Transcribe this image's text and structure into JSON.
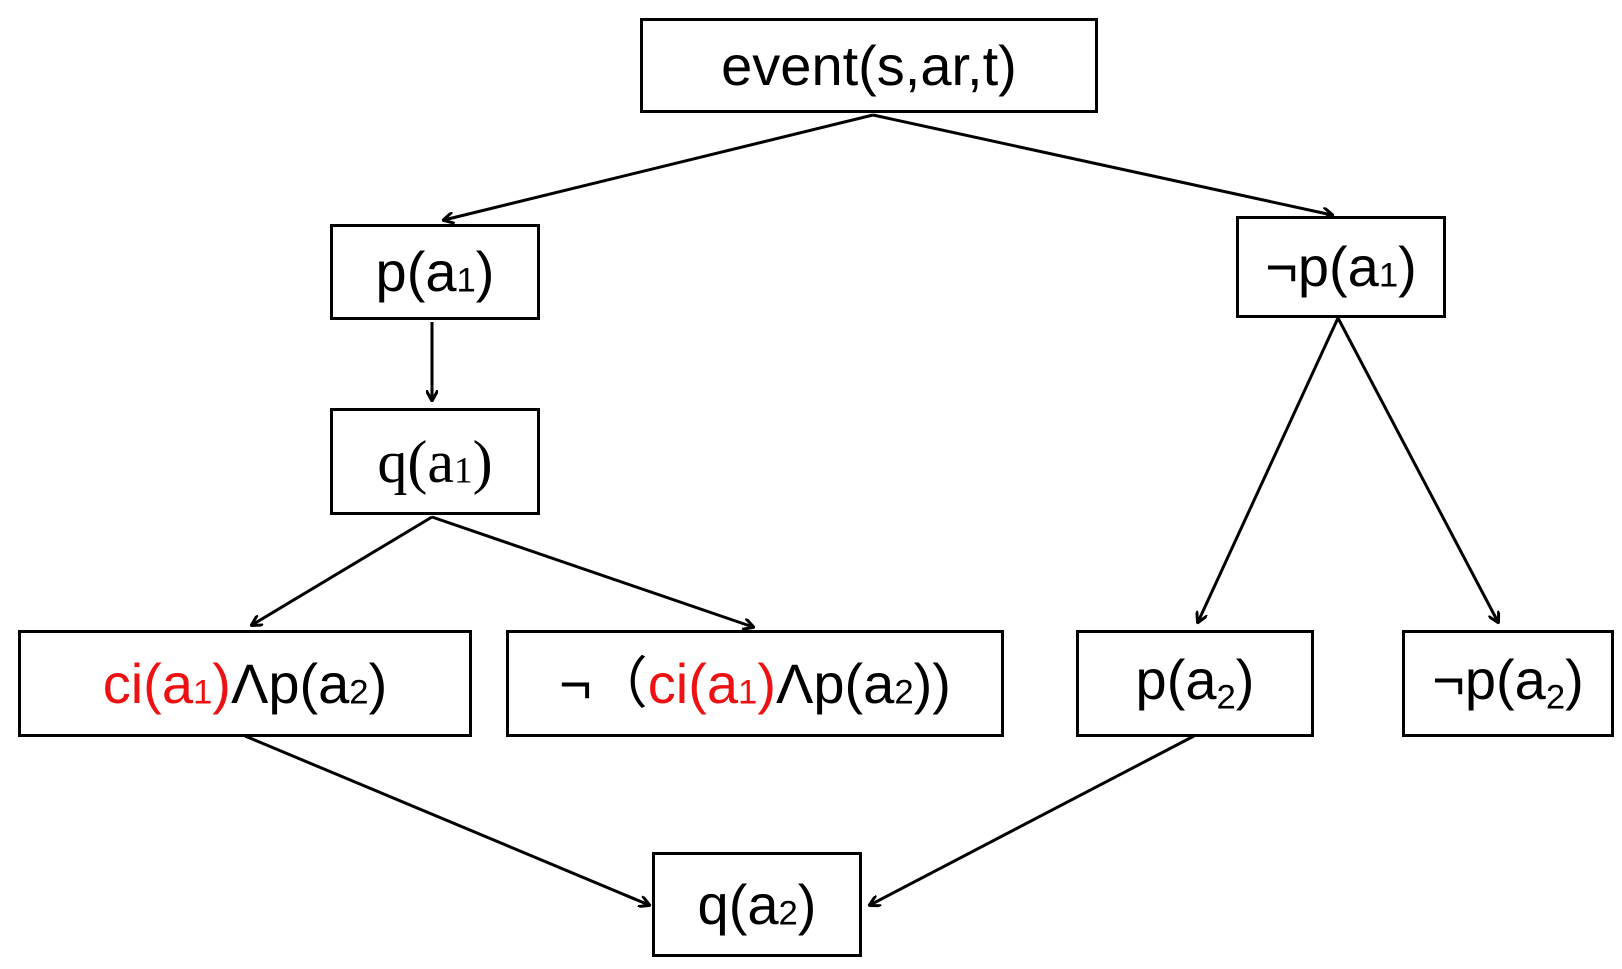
{
  "nodes": {
    "root": {
      "text": "event(s,ar,t)"
    },
    "p_a1": {
      "pre": "p(a",
      "sub": "1",
      "post": ")"
    },
    "not_p_a1": {
      "pre": "¬p(a",
      "sub": "1",
      "post": ")"
    },
    "q_a1": {
      "pre": "q(a",
      "sub": "1",
      "post": ")"
    },
    "ci_and_p": {
      "red_pre": "ci(a",
      "red_sub": "1",
      "red_post": ")",
      "mid": "Λp(a",
      "sub2": "2",
      "post": ")"
    },
    "not_ci_and_p": {
      "lead": "¬（",
      "red_pre": "ci(a",
      "red_sub": "1",
      "red_post": ")",
      "mid": "Λp(a",
      "sub2": "2",
      "post": "))"
    },
    "p_a2": {
      "pre": "p(a",
      "sub": "2",
      "post": ")"
    },
    "not_p_a2": {
      "pre": "¬p(a",
      "sub": "2",
      "post": ")"
    },
    "q_a2": {
      "pre": "q(a",
      "sub": "2",
      "post": ")"
    }
  },
  "edges": [
    {
      "from": "root",
      "to": "p_a1"
    },
    {
      "from": "root",
      "to": "not_p_a1"
    },
    {
      "from": "p_a1",
      "to": "q_a1"
    },
    {
      "from": "q_a1",
      "to": "ci_and_p"
    },
    {
      "from": "q_a1",
      "to": "not_ci_and_p"
    },
    {
      "from": "not_p_a1",
      "to": "p_a2"
    },
    {
      "from": "not_p_a1",
      "to": "not_p_a2"
    },
    {
      "from": "ci_and_p",
      "to": "q_a2"
    },
    {
      "from": "p_a2",
      "to": "q_a2"
    }
  ],
  "colors": {
    "line": "#000000",
    "highlight": "#ee1111",
    "background": "#ffffff"
  }
}
